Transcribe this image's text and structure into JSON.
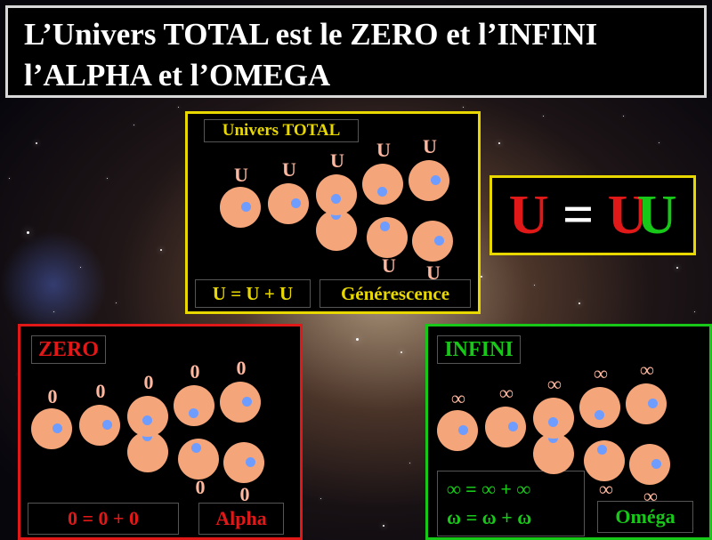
{
  "title": {
    "line1": "L’Univers TOTAL est le ZERO et l’INFINI",
    "line2": "l’ALPHA et l’OMEGA"
  },
  "univers": {
    "heading": "Univers TOTAL",
    "symbol": "U",
    "equation": "U = U + U",
    "caption": "Générescence"
  },
  "formula": {
    "left": "U",
    "equals": "=",
    "right_red": "U",
    "right_green": "U"
  },
  "zero": {
    "heading": "ZERO",
    "symbol": "0",
    "equation": "0  =  0  +  0",
    "caption": "Alpha"
  },
  "infini": {
    "heading": "INFINI",
    "symbol": "∞",
    "equation1": "∞ =  ∞  + ∞",
    "equation2": "ω =  ω  + ω",
    "caption": "Oméga"
  },
  "colors": {
    "yellow": "#e8d800",
    "red": "#e01818",
    "green": "#18c818",
    "circle": "#f4a57a",
    "dot": "#6f9cff"
  }
}
